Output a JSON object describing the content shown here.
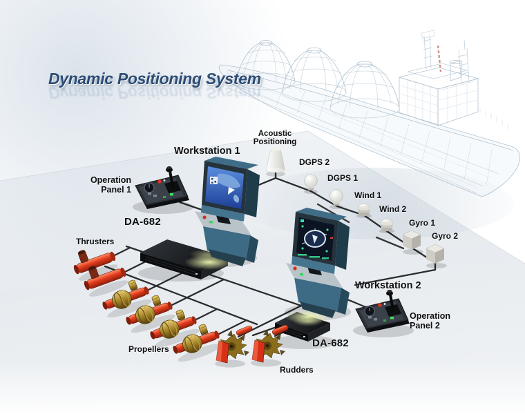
{
  "title": {
    "text": "Dynamic Positioning System"
  },
  "nodes": {
    "workstation1": {
      "label": "Workstation 1"
    },
    "workstation2": {
      "label": "Workstation 2"
    },
    "operation_panel1": {
      "line1": "Operation",
      "line2": "Panel 1"
    },
    "operation_panel2": {
      "line1": "Operation",
      "line2": "Panel 2"
    },
    "controller1": {
      "label": "DA-682"
    },
    "controller2": {
      "label": "DA-682"
    }
  },
  "sensors": [
    {
      "id": "acoustic-positioning",
      "line1": "Acoustic",
      "line2": "Positioning"
    },
    {
      "id": "dgps-2",
      "label": "DGPS 2"
    },
    {
      "id": "dgps-1",
      "label": "DGPS 1"
    },
    {
      "id": "wind-1",
      "label": "Wind 1"
    },
    {
      "id": "wind-2",
      "label": "Wind 2"
    },
    {
      "id": "gyro-1",
      "label": "Gyro 1"
    },
    {
      "id": "gyro-2",
      "label": "Gyro 2"
    }
  ],
  "actuators": {
    "thrusters": {
      "label": "Thrusters",
      "count": 2
    },
    "propellers": {
      "label": "Propellers",
      "count": 4
    },
    "rudders": {
      "label": "Rudders",
      "count": 2
    }
  },
  "colors": {
    "title_text": "#2b4c74",
    "label_text": "#0e0f10",
    "connection_line": "#2a2c2e",
    "console_teal": "#4d7d99",
    "actuator_red": "#e23a1c",
    "gear_gold": "#9a7b22",
    "sensor_white": "#f2f1ec",
    "device_black": "#141618",
    "ship_wireframe": "#9cb3c4"
  }
}
